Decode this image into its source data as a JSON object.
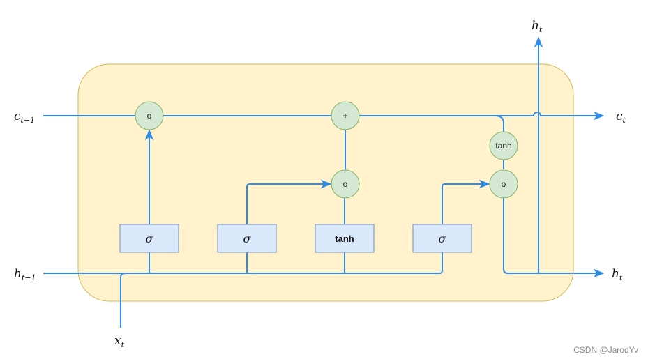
{
  "labels": {
    "c_prev": {
      "base": "c",
      "sub": "t−1"
    },
    "c_next": {
      "base": "c",
      "sub": "t"
    },
    "h_prev": {
      "base": "h",
      "sub": "t−1"
    },
    "h_next": {
      "base": "h",
      "sub": "t"
    },
    "h_up": {
      "base": "h",
      "sub": "t"
    },
    "x_in": {
      "base": "x",
      "sub": "t"
    }
  },
  "gates": {
    "forget": "σ",
    "input": "σ",
    "candidate": "tanh",
    "output": "σ"
  },
  "operators": {
    "forget_mul": "o",
    "cell_add": "+",
    "input_mul": "o",
    "cell_tanh": "tanh",
    "output_mul": "o"
  },
  "watermark": "CSDN @JarodYv",
  "colors": {
    "cell_fill": "#fff2cc",
    "cell_stroke": "#d6b656",
    "gate_fill": "#dae8fc",
    "gate_stroke": "#6c8ebf",
    "op_fill": "#d5e8d4",
    "op_stroke": "#82b366",
    "arrow": "#2d8ce6"
  }
}
